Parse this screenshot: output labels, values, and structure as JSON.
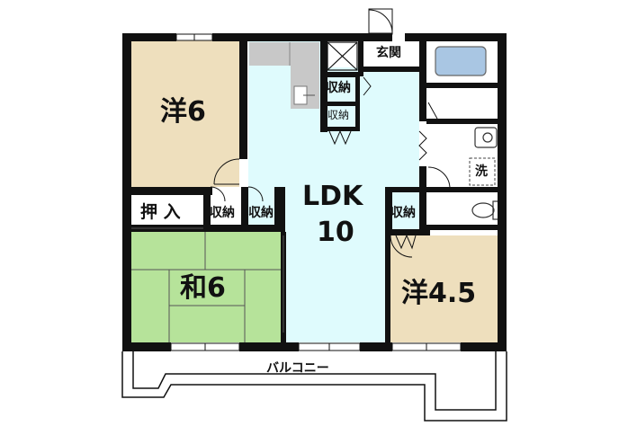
{
  "rooms": {
    "western_6": "洋6",
    "ldk": "LDK",
    "ldk_size": "10",
    "japanese_6": "和6",
    "western_4_5": "洋4.5",
    "oshiire": "押 入",
    "entrance": "玄関",
    "storage": "収納",
    "washroom": "洗",
    "balcony": "バルコニー"
  },
  "colors": {
    "wall": "#111111",
    "ldk_floor": "#dffbfd",
    "western_floor": "#eedfbd",
    "tatami_floor": "#b6e39a",
    "kitchen_counter": "#c8c8c8",
    "bath": "#a9c6e3"
  }
}
